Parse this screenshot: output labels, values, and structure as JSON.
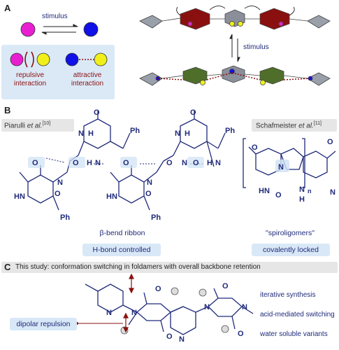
{
  "panelA": {
    "letter": "A",
    "stimulus_top": "stimulus",
    "stimulus_right": "stimulus",
    "repulsive_label": [
      "repulsive",
      "interaction"
    ],
    "attractive_label": [
      "attractive",
      "interaction"
    ],
    "colors": {
      "magenta": "#e81fd0",
      "blue": "#1010e8",
      "yellow": "#f0ef1a",
      "red_hex": "#8a1010",
      "green_hex": "#4e6e2a",
      "grey_hex": "#8a8f9a",
      "light_blue_box": "#dbe9f7"
    }
  },
  "panelB": {
    "letter": "B",
    "piarulli": {
      "name": "Piarulli ",
      "etal": "et al.",
      "ref": "[10]"
    },
    "schafmeister": {
      "name": "Schafmeister ",
      "etal": "et al.",
      "ref": "[11]"
    },
    "beta_bend": "β-bend ribbon",
    "hbond_pill": "H-bond controlled",
    "spiro": "\"spiroligomers\"",
    "covalent_pill": "covalently locked",
    "atoms": {
      "O": "O",
      "NH": "NH",
      "HN": "HN",
      "N": "N",
      "H": "H",
      "Ph": "Ph",
      "n": "n"
    }
  },
  "panelC": {
    "letter": "C",
    "title": "This study: conformation switching in foldamers with overall backbone retention",
    "dipolar": "dipolar repulsion",
    "features": [
      "iterative synthesis",
      "acid-mediated switching",
      "water soluble variants"
    ],
    "atoms": {
      "N": "N",
      "O": "O"
    }
  }
}
